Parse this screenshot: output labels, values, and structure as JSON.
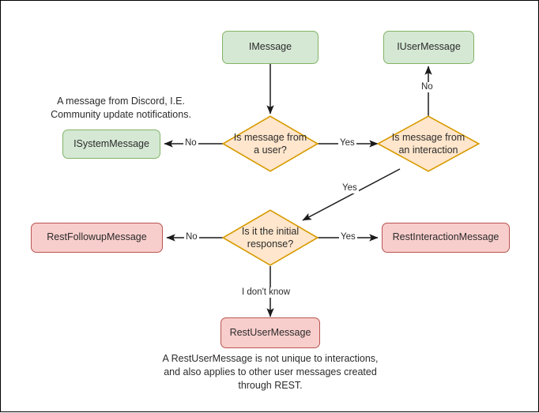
{
  "diagram": {
    "title": "Discord message type decision flowchart",
    "colors": {
      "green_fill": "#d5e8d4",
      "green_border": "#82b366",
      "red_fill": "#f8cecc",
      "red_border": "#b85450",
      "orange_fill": "#ffe6cc",
      "orange_border": "#d79b00",
      "edge": "#1a1a1a",
      "text": "#2b2b2b",
      "frame": "#000000",
      "background": "#ffffff"
    },
    "nodes": {
      "imessage": {
        "label": "IMessage",
        "shape": "rounded-rect",
        "style": "green"
      },
      "iusermessage": {
        "label": "IUserMessage",
        "shape": "rounded-rect",
        "style": "green"
      },
      "isystemmessage": {
        "label": "ISystemMessage",
        "shape": "rounded-rect",
        "style": "green"
      },
      "restfollowupmessage": {
        "label": "RestFollowupMessage",
        "shape": "rounded-rect",
        "style": "red"
      },
      "restinteractionmessage": {
        "label": "RestInteractionMessage",
        "shape": "rounded-rect",
        "style": "red"
      },
      "restusermessage": {
        "label": "RestUserMessage",
        "shape": "rounded-rect",
        "style": "red"
      },
      "decision_user": {
        "label_line1": "Is message from",
        "label_line2": "a user?",
        "shape": "diamond",
        "style": "orange"
      },
      "decision_interaction": {
        "label_line1": "Is message from",
        "label_line2": "an interaction",
        "shape": "diamond",
        "style": "orange"
      },
      "decision_initial": {
        "label_line1": "Is it the initial",
        "label_line2": "response?",
        "shape": "diamond",
        "style": "orange"
      }
    },
    "edge_labels": {
      "user_no": "No",
      "user_yes": "Yes",
      "interaction_no": "No",
      "interaction_yes": "Yes",
      "initial_no": "No",
      "initial_yes": "Yes",
      "initial_unknown": "I don't know"
    },
    "notes": {
      "system_note": "A message from Discord, I.E.\nCommunity update notifications.",
      "rest_user_note": "A RestUserMessage is not unique to interactions,\nand also applies to other user messages created\nthrough REST."
    }
  }
}
